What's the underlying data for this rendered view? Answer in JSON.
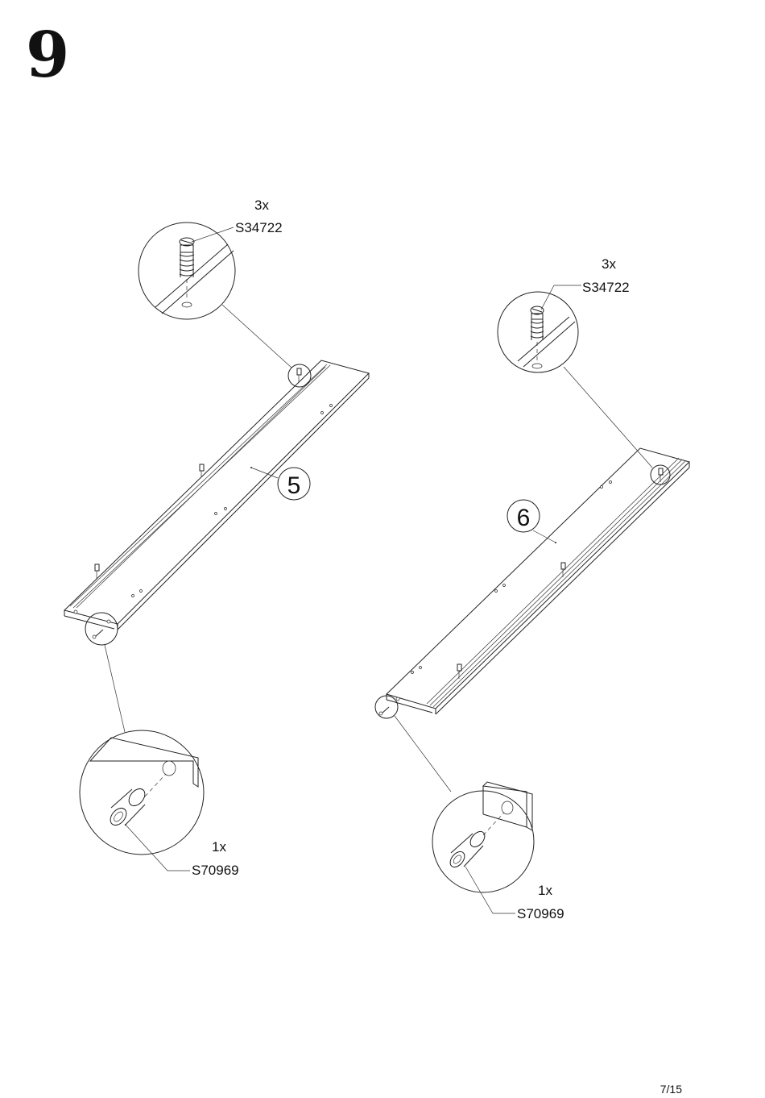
{
  "step": {
    "number": "9"
  },
  "page": {
    "number": "7/15"
  },
  "panels": [
    {
      "part_number": "5",
      "screw_qty": "3x",
      "screw_code": "S34722",
      "dowel_qty": "1x",
      "dowel_code": "S70969"
    },
    {
      "part_number": "6",
      "screw_qty": "3x",
      "screw_code": "S34722",
      "dowel_qty": "1x",
      "dowel_code": "S70969"
    }
  ]
}
